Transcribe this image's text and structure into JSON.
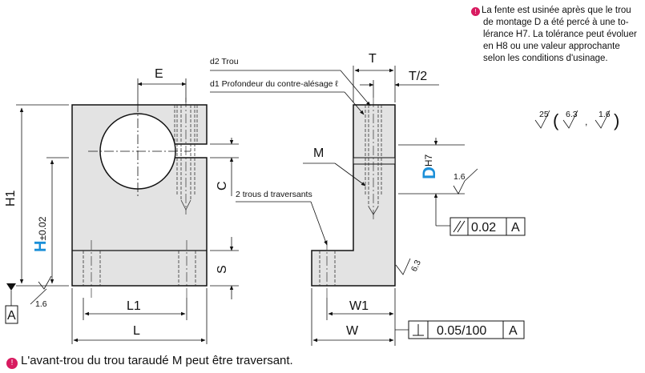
{
  "top_note": {
    "lines": [
      "La fente est usinée après que le trou",
      "de montage D a été percé à une to-",
      "lérance H7. La tolérance peut évoluer",
      "en H8 ou une valeur approchante",
      "selon les conditions d'usinage."
    ]
  },
  "bottom_note": "L'avant-trou du trou taraudé M peut être traversant.",
  "labels": {
    "E": "E",
    "C": "C",
    "H1": "H1",
    "H": "H",
    "H_tol": "±0.02",
    "S": "S",
    "L1": "L1",
    "L": "L",
    "A_datum": "A",
    "T": "T",
    "T_half": "T/2",
    "M": "M",
    "D": "D",
    "D_tol": "H7",
    "W1": "W1",
    "W": "W",
    "d2": "d2 Trou",
    "d1": "d1 Profondeur du contre-alésage ℓ",
    "holes": "2 trous d traversants"
  },
  "roughness": {
    "main": [
      "25",
      "6.3",
      "1.6"
    ],
    "left": "1.6",
    "right_bore": "1.6",
    "right_face": "6.3"
  },
  "tolerances": {
    "parallelism": {
      "value": "0.02",
      "datum": "A"
    },
    "perpendicularity": {
      "value": "0.05/100",
      "datum": "A"
    }
  },
  "colors": {
    "accent": "#1a8fd8",
    "tip": "#d81b60",
    "fill": "#e3e3e3"
  }
}
